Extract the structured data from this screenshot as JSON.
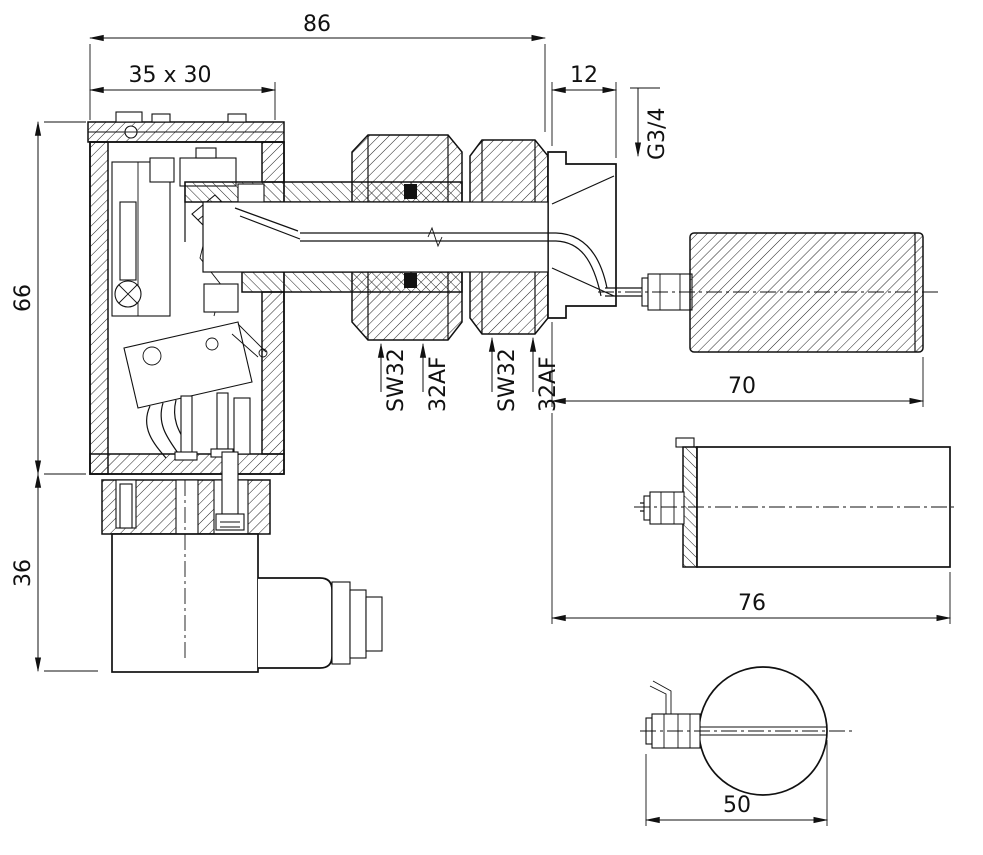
{
  "page": {
    "background": "#ffffff",
    "line_color": "#111111"
  },
  "drawing": {
    "dimensions": {
      "overall_width": "86",
      "housing_face": "35 x 30",
      "thread_length": "12",
      "thread_spec": "G3/4",
      "upper_height": "66",
      "lower_height": "36",
      "nut1_wrench": "SW32",
      "nut1_af": "32AF",
      "nut2_wrench": "SW32",
      "nut2_af": "32AF",
      "float_length": "70",
      "alt_float_length": "76",
      "ball_float_diameter": "50"
    }
  }
}
